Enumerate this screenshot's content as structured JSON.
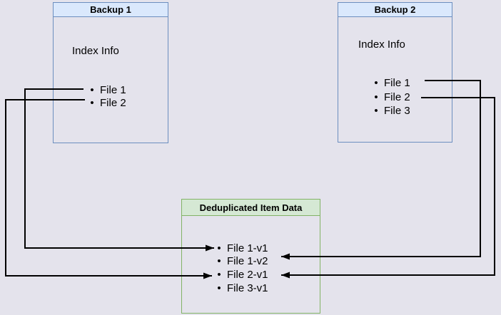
{
  "colors": {
    "background": "#e4e3ec",
    "blue_fill": "#dae8fc",
    "blue_border": "#6c8ebf",
    "green_fill": "#d5e8d4",
    "green_border": "#82b366",
    "line": "#000000"
  },
  "icons": {
    "bullet": "•"
  },
  "backup1": {
    "title": "Backup 1",
    "subtitle": "Index Info",
    "items": [
      "File 1",
      "File 2"
    ]
  },
  "backup2": {
    "title": "Backup 2",
    "subtitle": "Index Info",
    "items": [
      "File 1",
      "File 2",
      "File 3"
    ]
  },
  "dedup": {
    "title": "Deduplicated Item Data",
    "items": [
      "File 1-v1",
      "File 1-v2",
      "File 2-v1",
      "File 3-v1"
    ]
  },
  "edges": [
    {
      "from": "Backup 1 / File 1",
      "to": "File 1-v1",
      "direction": "left-route"
    },
    {
      "from": "Backup 1 / File 2",
      "to": "File 2-v1",
      "direction": "left-route"
    },
    {
      "from": "Backup 2 / File 1",
      "to": "File 1-v2",
      "direction": "right-route"
    },
    {
      "from": "Backup 2 / File 2",
      "to": "File 2-v1",
      "direction": "right-route"
    }
  ]
}
